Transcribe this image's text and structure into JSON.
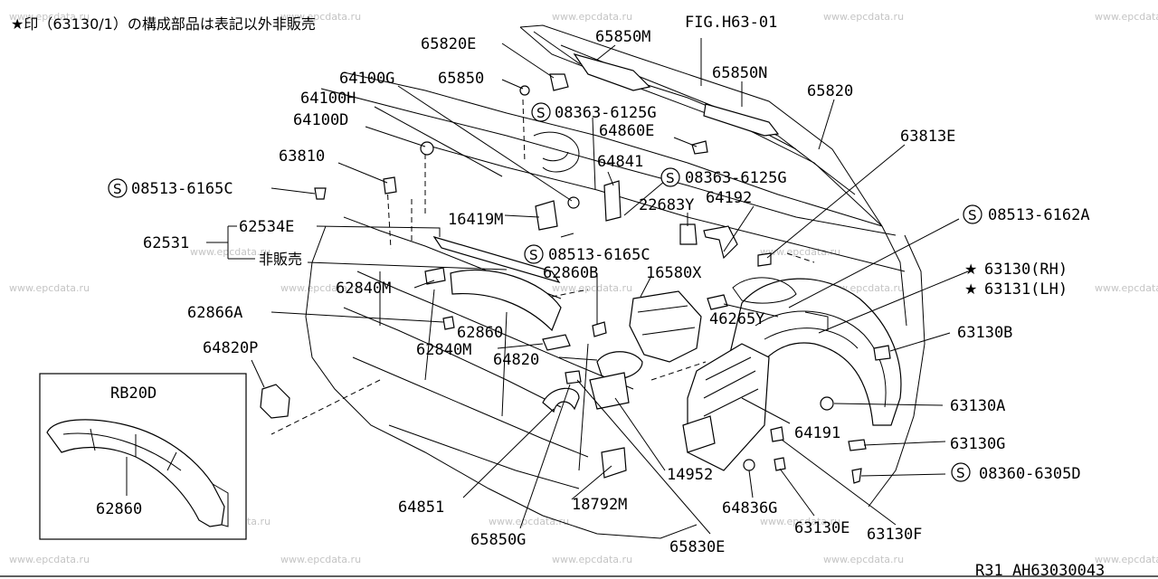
{
  "header": {
    "note": "★印（63130/1）の構成部品は表記以外非販売",
    "fig": "FIG.H63-01"
  },
  "footer": {
    "code": "R31 AH63030043"
  },
  "inset": {
    "title": "RB20D",
    "part": "62860"
  },
  "watermark": "www.epcdata.ru",
  "labels": {
    "p65820E": "65820E",
    "p65850M": "65850M",
    "p65850": "65850",
    "p65850N": "65850N",
    "p65820": "65820",
    "p64100G": "64100G",
    "p64100H": "64100H",
    "p64100D": "64100D",
    "p08363a": "08363-6125G",
    "p64860E": "64860E",
    "p63813E": "63813E",
    "p63810": "63810",
    "p64841": "64841",
    "p08363b": "08363-6125G",
    "p08513a": "08513-6165C",
    "p22683Y": "22683Y",
    "p64192": "64192",
    "p08513b": "08513-6162A",
    "p62534E": "62534E",
    "p16419M": "16419M",
    "p62531": "62531",
    "p08513c": "08513-6165C",
    "hibaibai": "非販売",
    "p63130RH": "63130(RH)",
    "p63131LH": "63131(LH)",
    "p62860B": "62860B",
    "p16580X": "16580X",
    "p62840M": "62840M",
    "p46265Y": "46265Y",
    "p62866A": "62866A",
    "p62860": "62860",
    "p62840M2": "62840M",
    "p63130B": "63130B",
    "p64820P": "64820P",
    "p64820": "64820",
    "p63130A": "63130A",
    "p64191": "64191",
    "p63130G": "63130G",
    "p14952": "14952",
    "p08360": "08360-6305D",
    "p64851": "64851",
    "p18792M": "18792M",
    "p64836G": "64836G",
    "p63130E": "63130E",
    "p63130F": "63130F",
    "p65850G": "65850G",
    "p65830E": "65830E"
  },
  "symbols": {
    "screw": "S",
    "star": "★"
  }
}
